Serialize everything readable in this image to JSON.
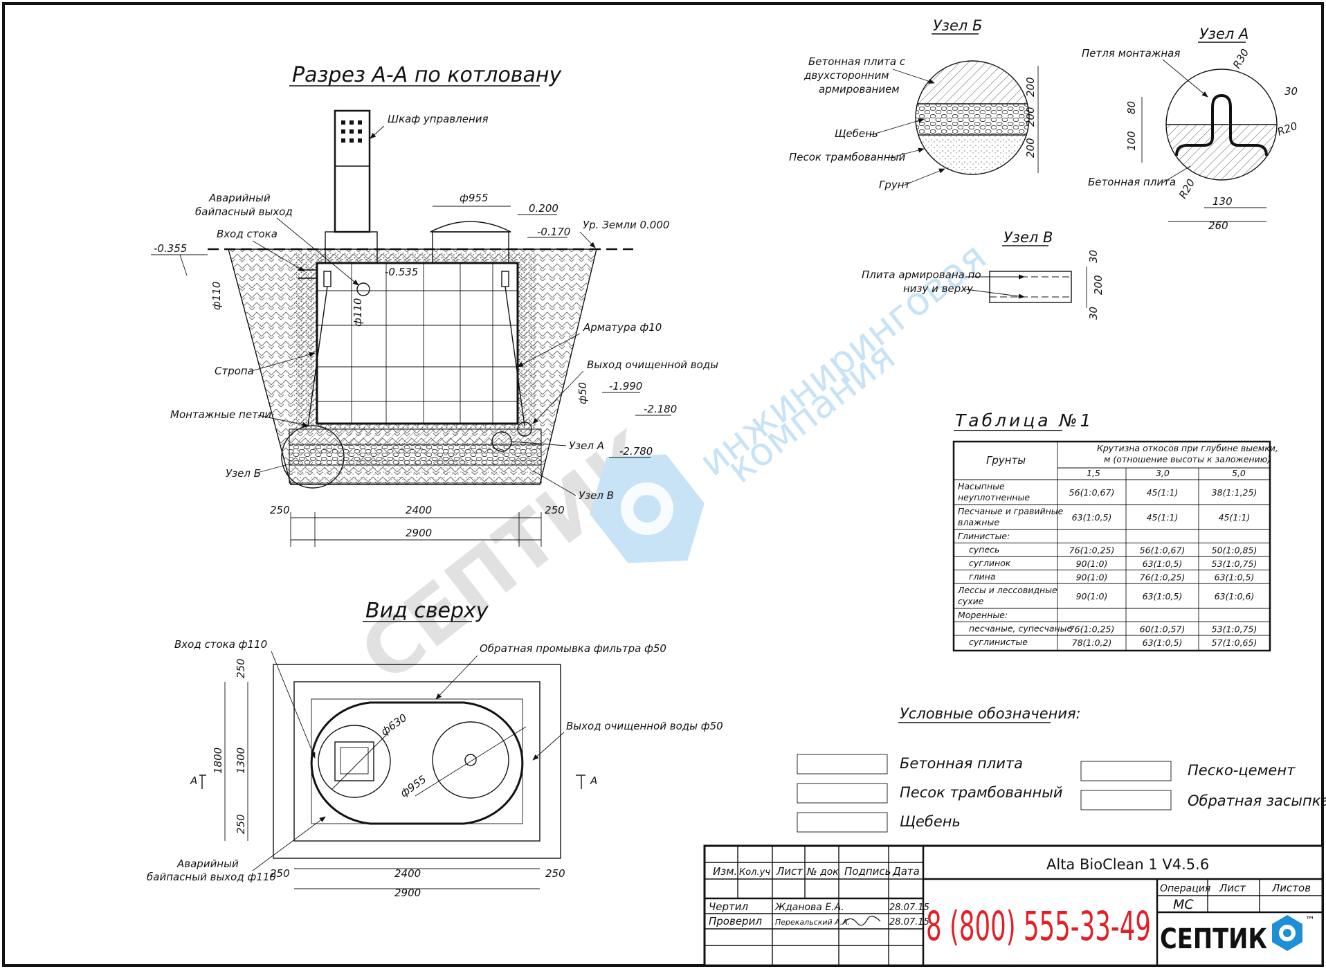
{
  "titles": {
    "section": "Разрез А-А по котловану",
    "top_view": "Вид сверху",
    "node_b": "Узел Б",
    "node_a": "Узел А",
    "node_v": "Узел В",
    "table": "Таблица №1",
    "legend": "Условные обозначения:"
  },
  "section_labels": {
    "cabinet": "Шкаф управления",
    "emergency_1": "Аварийный",
    "emergency_2": "байпасный выход",
    "inlet": "Вход стока",
    "sling": "Стропа",
    "loops": "Монтажные петли",
    "node_b": "Узел Б",
    "rebar": "Арматура ф10",
    "outlet": "Выход очищенной воды",
    "node_a": "Узел А",
    "node_v": "Узел В",
    "ground": "Ур. Земли 0.000"
  },
  "section_dims": {
    "d955": "ф955",
    "d0200": "0.200",
    "m0170": "-0.170",
    "m0355": "-0.355",
    "m0535": "-0.535",
    "d110a": "ф110",
    "d110b": "ф110",
    "d50": "ф50",
    "m1990": "-1.990",
    "m2180": "-2.180",
    "m2780": "-2.780",
    "w250a": "250",
    "w2400": "2400",
    "w250b": "250",
    "w2900": "2900"
  },
  "node_b": {
    "slab_1": "Бетонная плита с",
    "slab_2": "двухсторонним",
    "slab_3": "армированием",
    "gravel": "Щебень",
    "sand": "Песок трамбованный",
    "soil": "Грунт",
    "dims": [
      "200",
      "200",
      "200"
    ]
  },
  "node_a": {
    "loop": "Петля монтажная",
    "slab": "Бетонная плита",
    "r30": "R30",
    "r20a": "R20",
    "r20b": "R20",
    "d30": "30",
    "d80": "80",
    "d100": "100",
    "d130": "130",
    "d260": "260"
  },
  "node_v": {
    "label_1": "Плита армирована по",
    "label_2": "низу и верху",
    "d30a": "30",
    "d200": "200",
    "d30b": "30"
  },
  "top_view": {
    "inlet": "Вход стока ф110",
    "flush": "Обратная промывка фильтра ф50",
    "outlet": "Выход очищенной воды ф50",
    "emergency_1": "Аварийный",
    "emergency_2": "байпасный выход ф110",
    "d630": "ф630",
    "d955": "ф955",
    "h1800": "1800",
    "h1300": "1300",
    "h250a": "250",
    "h250b": "250",
    "w250a": "250",
    "w2400": "2400",
    "w250b": "250",
    "w2900": "2900",
    "section_a": "А"
  },
  "table": {
    "col_soil": "Грунты",
    "header_1": "Крутизна откосов при глубине выемки,",
    "header_2": "м (отношение высоты к заложению)",
    "depths": [
      "1,5",
      "3,0",
      "5,0"
    ],
    "rows": [
      {
        "name": [
          "Насыпные",
          "неуплотненные"
        ],
        "v": [
          "56(1:0,67)",
          "45(1:1)",
          "38(1:1,25)"
        ]
      },
      {
        "name": [
          "Песчаные и гравийные",
          "влажные"
        ],
        "v": [
          "63(1:0,5)",
          "45(1:1)",
          "45(1:1)"
        ]
      },
      {
        "name": [
          "Глинистые:"
        ],
        "v": [
          "",
          "",
          ""
        ]
      },
      {
        "name": [
          "супесь"
        ],
        "v": [
          "76(1:0,25)",
          "56(1:0,67)",
          "50(1:0,85)"
        ]
      },
      {
        "name": [
          "суглинок"
        ],
        "v": [
          "90(1:0)",
          "63(1:0,5)",
          "53(1:0,75)"
        ]
      },
      {
        "name": [
          "глина"
        ],
        "v": [
          "90(1:0)",
          "76(1:0,25)",
          "63(1:0,5)"
        ]
      },
      {
        "name": [
          "Лессы и лессовидные",
          "сухие"
        ],
        "v": [
          "90(1:0)",
          "63(1:0,5)",
          "63(1:0,6)"
        ]
      },
      {
        "name": [
          "Моренные:"
        ],
        "v": [
          "",
          "",
          ""
        ]
      },
      {
        "name": [
          "песчаные, супесчаные"
        ],
        "v": [
          "76(1:0,25)",
          "60(1:0,57)",
          "53(1:0,75)"
        ]
      },
      {
        "name": [
          "суглинистые"
        ],
        "v": [
          "78(1:0,2)",
          "63(1:0,5)",
          "57(1:0,65)"
        ]
      }
    ]
  },
  "legend": {
    "concrete": "Бетонная плита",
    "sand": "Песок трамбованный",
    "gravel": "Щебень",
    "sandcement": "Песко-цемент",
    "backfill": "Обратная засыпка"
  },
  "stamp": {
    "product": "Alta BioClean 1 V4.5.6",
    "phone": "8 (800) 555-33-49",
    "cols": [
      "Изм.",
      "Кол.уч",
      "Лист",
      "№ док",
      "Подпись",
      "Дата"
    ],
    "drawn": "Чертил",
    "drawn_name": "Жданова Е.А.",
    "drawn_date": "28.07.15",
    "checked": "Проверил",
    "checked_name": "Перекальский А.А.",
    "checked_date": "28.07.15",
    "op": "Операция",
    "sheet": "Лист",
    "sheets": "Листов",
    "op_val": "МС",
    "logo": "СЕПТИК",
    "tm": "™"
  },
  "watermark": {
    "brand": "СЕПТИК",
    "line1": "инжиниринговая",
    "line2": "компания"
  },
  "colors": {
    "phone": "#e41e26",
    "logo_blue": "#1e8fd6",
    "watermark_blue": "#9ccdee"
  }
}
